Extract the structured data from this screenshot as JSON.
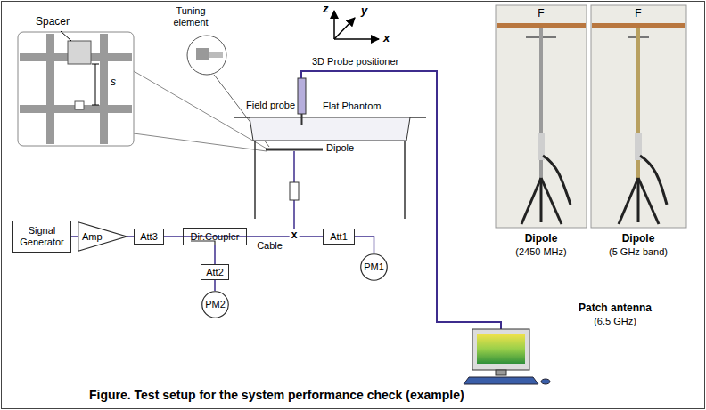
{
  "diagram": {
    "caption": "Figure. Test setup for the system performance check (example)",
    "nodes": [
      {
        "text": [
          "Signal Generator"
        ]
      },
      {
        "text": [
          "Amp"
        ]
      },
      {
        "text": [
          "Att3"
        ]
      },
      {
        "text": [
          "Dir.Coupler"
        ]
      },
      {
        "text": [
          "Att1"
        ]
      },
      {
        "text": [
          "PM1"
        ]
      },
      {
        "text": [
          "Att2"
        ]
      },
      {
        "text": [
          "PM2"
        ]
      }
    ],
    "edges": [
      {
        "from": 0,
        "to": 1,
        "arrow": "none"
      },
      {
        "from": 1,
        "to": 2,
        "arrow": "none"
      },
      {
        "from": 2,
        "to": 3,
        "arrow": "none"
      },
      {
        "from": 3,
        "to": 4,
        "label": "Cable",
        "arrow": "none"
      },
      {
        "from": 4,
        "to": 5,
        "arrow": "none"
      },
      {
        "from": 3,
        "to": 6,
        "arrow": "none"
      },
      {
        "from": 6,
        "to": 7,
        "arrow": "none"
      }
    ],
    "labels": [
      "Spacer",
      "s",
      "Tuning element",
      "z",
      "y",
      "x",
      "3D Probe positioner",
      "Field probe",
      "Flat Phantom",
      "Dipole",
      "x",
      "F",
      "F",
      "Dipole",
      "(2450 MHz)",
      "Dipole",
      "(5 GHz band)",
      "Patch antenna",
      "(6.5 GHz)"
    ]
  }
}
